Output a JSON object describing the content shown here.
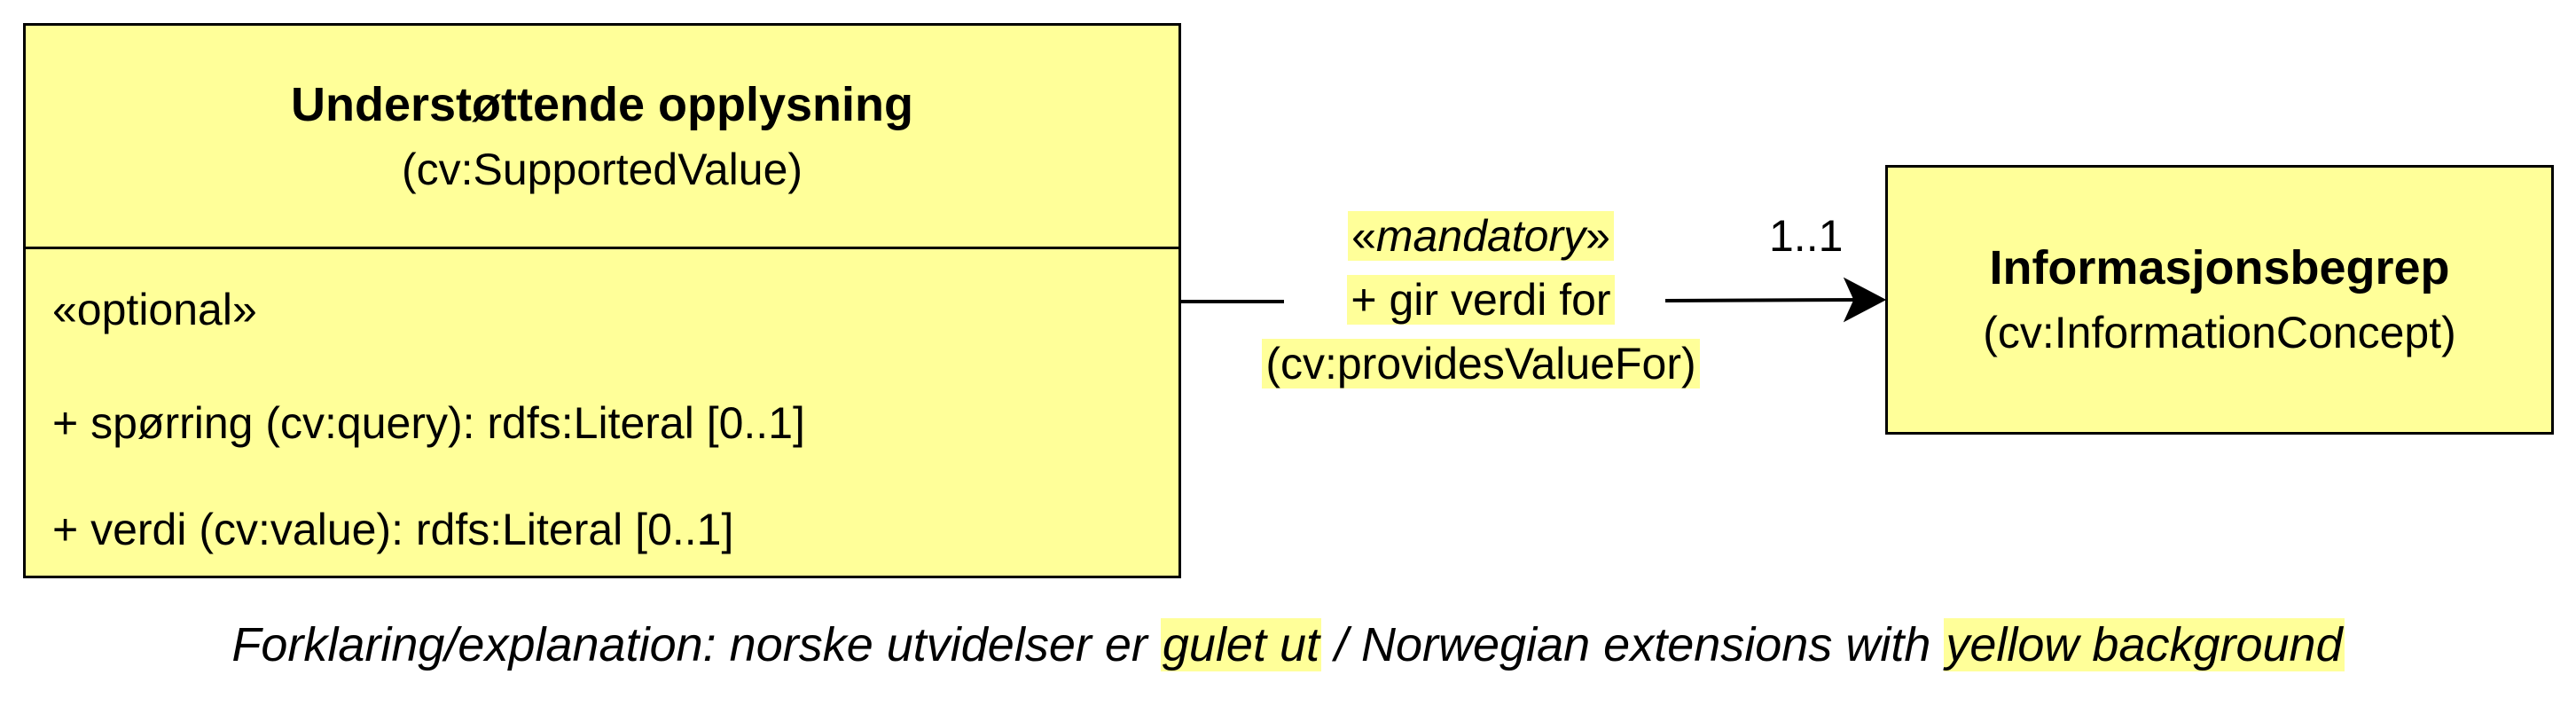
{
  "left_class": {
    "name": "Understøttende opplysning",
    "uri": "(cv:SupportedValue)",
    "stereotype": "«optional»",
    "attributes": [
      "+ spørring (cv:query): rdfs:Literal [0..1]",
      "+ verdi (cv:value): rdfs:Literal [0..1]"
    ]
  },
  "right_class": {
    "name": "Informasjonsbegrep",
    "uri": "(cv:InformationConcept)"
  },
  "association": {
    "stereo_open": "«",
    "stereo_word": "mandatory",
    "stereo_close": "»",
    "name": "+ gir verdi for",
    "uri": "(cv:providesValueFor)",
    "multiplicity": "1..1"
  },
  "legend": {
    "prefix": "Forklaring/explanation: norske utvidelser er ",
    "highlight_no": "gulet ut",
    "middle": " /  Norwegian extensions with ",
    "highlight_en": "yellow background"
  },
  "colors": {
    "class_fill": "#ffff99",
    "border": "#000000",
    "highlight": "#ffff99"
  }
}
